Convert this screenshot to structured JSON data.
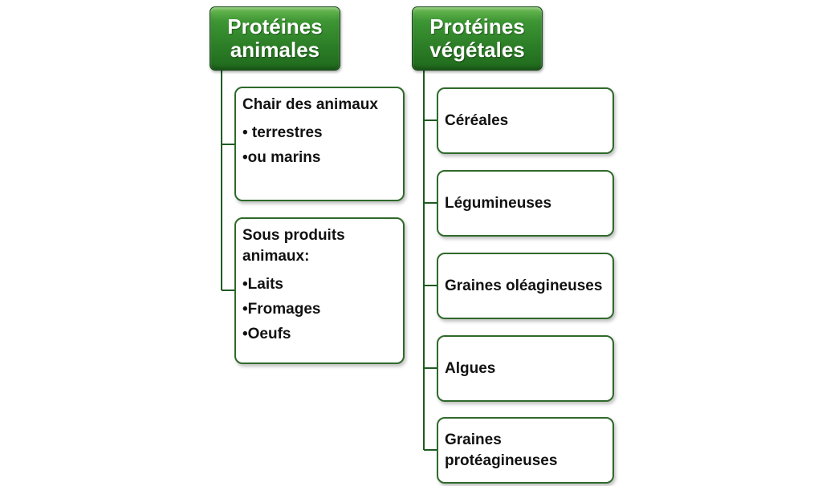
{
  "columns": [
    {
      "header": "Protéines animales",
      "items": [
        {
          "title": "Chair des animaux",
          "bullets": [
            "• terrestres",
            "•ou marins"
          ]
        },
        {
          "title": "Sous produits animaux:",
          "bullets": [
            "•Laits",
            "•Fromages",
            "•Oeufs"
          ]
        }
      ]
    },
    {
      "header": "Protéines végétales",
      "items": [
        {
          "title": "Céréales"
        },
        {
          "title": "Légumineuses"
        },
        {
          "title": "Graines oléagineuses"
        },
        {
          "title": "Algues"
        },
        {
          "title": "Graines protéagineuses"
        }
      ]
    }
  ],
  "colors": {
    "header_fill": "#2d7f27",
    "box_border": "#2f6a2b",
    "connector": "#1f5b22"
  }
}
